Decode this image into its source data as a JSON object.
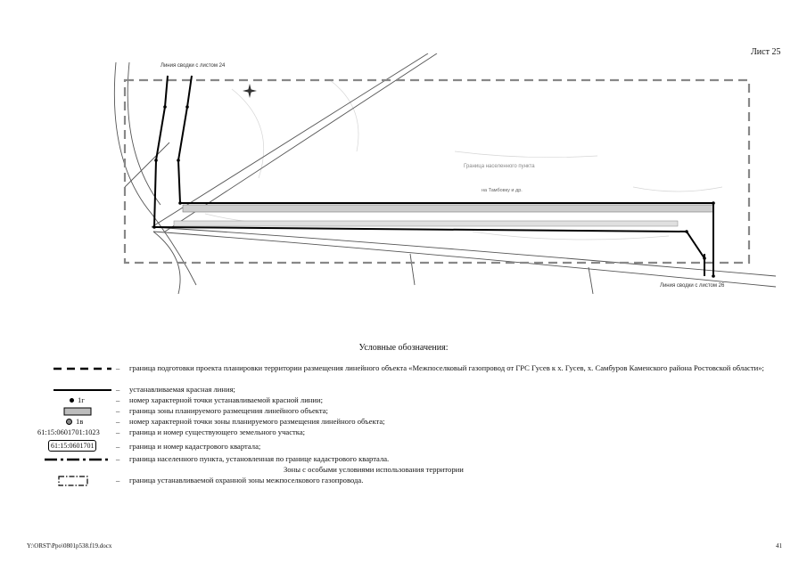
{
  "sheet": {
    "label": "Лист 25"
  },
  "map": {
    "labels": {
      "match_top": "Линия сводки с листом 24",
      "match_bottom": "Линия сводки с листом 26",
      "settlement": "Граница населенного пункта",
      "direction": "на Тамбовку и др."
    },
    "north_icon": "compass-rose-icon"
  },
  "legend": {
    "title": "Условные обозначения:",
    "dash": "–",
    "items": [
      {
        "symbol": "dashed-line",
        "text": "граница подготовки проекта планировки территории  размещения линейного объекта «Межпоселковый газопровод от ГРС Гусев к х. Гусев, х. Самбуров Каменского района Ростовской области»;"
      },
      {
        "symbol": "solid-line",
        "text": "устанавливаемая красная линия;"
      },
      {
        "symbol": "dot-label",
        "symbol_label": "1г",
        "text": "номер характерной точки устанавливаемой красной линии;"
      },
      {
        "symbol": "hatched-band",
        "text": "граница зоны планируемого размещения линейного объекта;"
      },
      {
        "symbol": "ring-label",
        "symbol_label": "1в",
        "text": "номер характерной точки  зоны планируемого размещения линейного объекта;"
      },
      {
        "symbol": "parcel-number",
        "symbol_label": "61:15:0601701:1023",
        "text": "граница и номер существующего земельного участка;"
      },
      {
        "symbol": "quarter-box",
        "symbol_label": "61:15:0601701",
        "text": "граница и номер кадастрового квартала;"
      },
      {
        "symbol": "dash-dot-line",
        "text": "граница населенного пункта, установленная по границе кадастрового квартала."
      },
      {
        "symbol": "note",
        "text": "Зоны с особыми условиями использования территории"
      },
      {
        "symbol": "zone-box",
        "text": "граница устанавливаемой охранной зоны межпоселкового газопровода."
      }
    ]
  },
  "footer": {
    "path": "Y:\\ORST\\Ppo\\0801p538.f19.docx",
    "page": "41"
  }
}
